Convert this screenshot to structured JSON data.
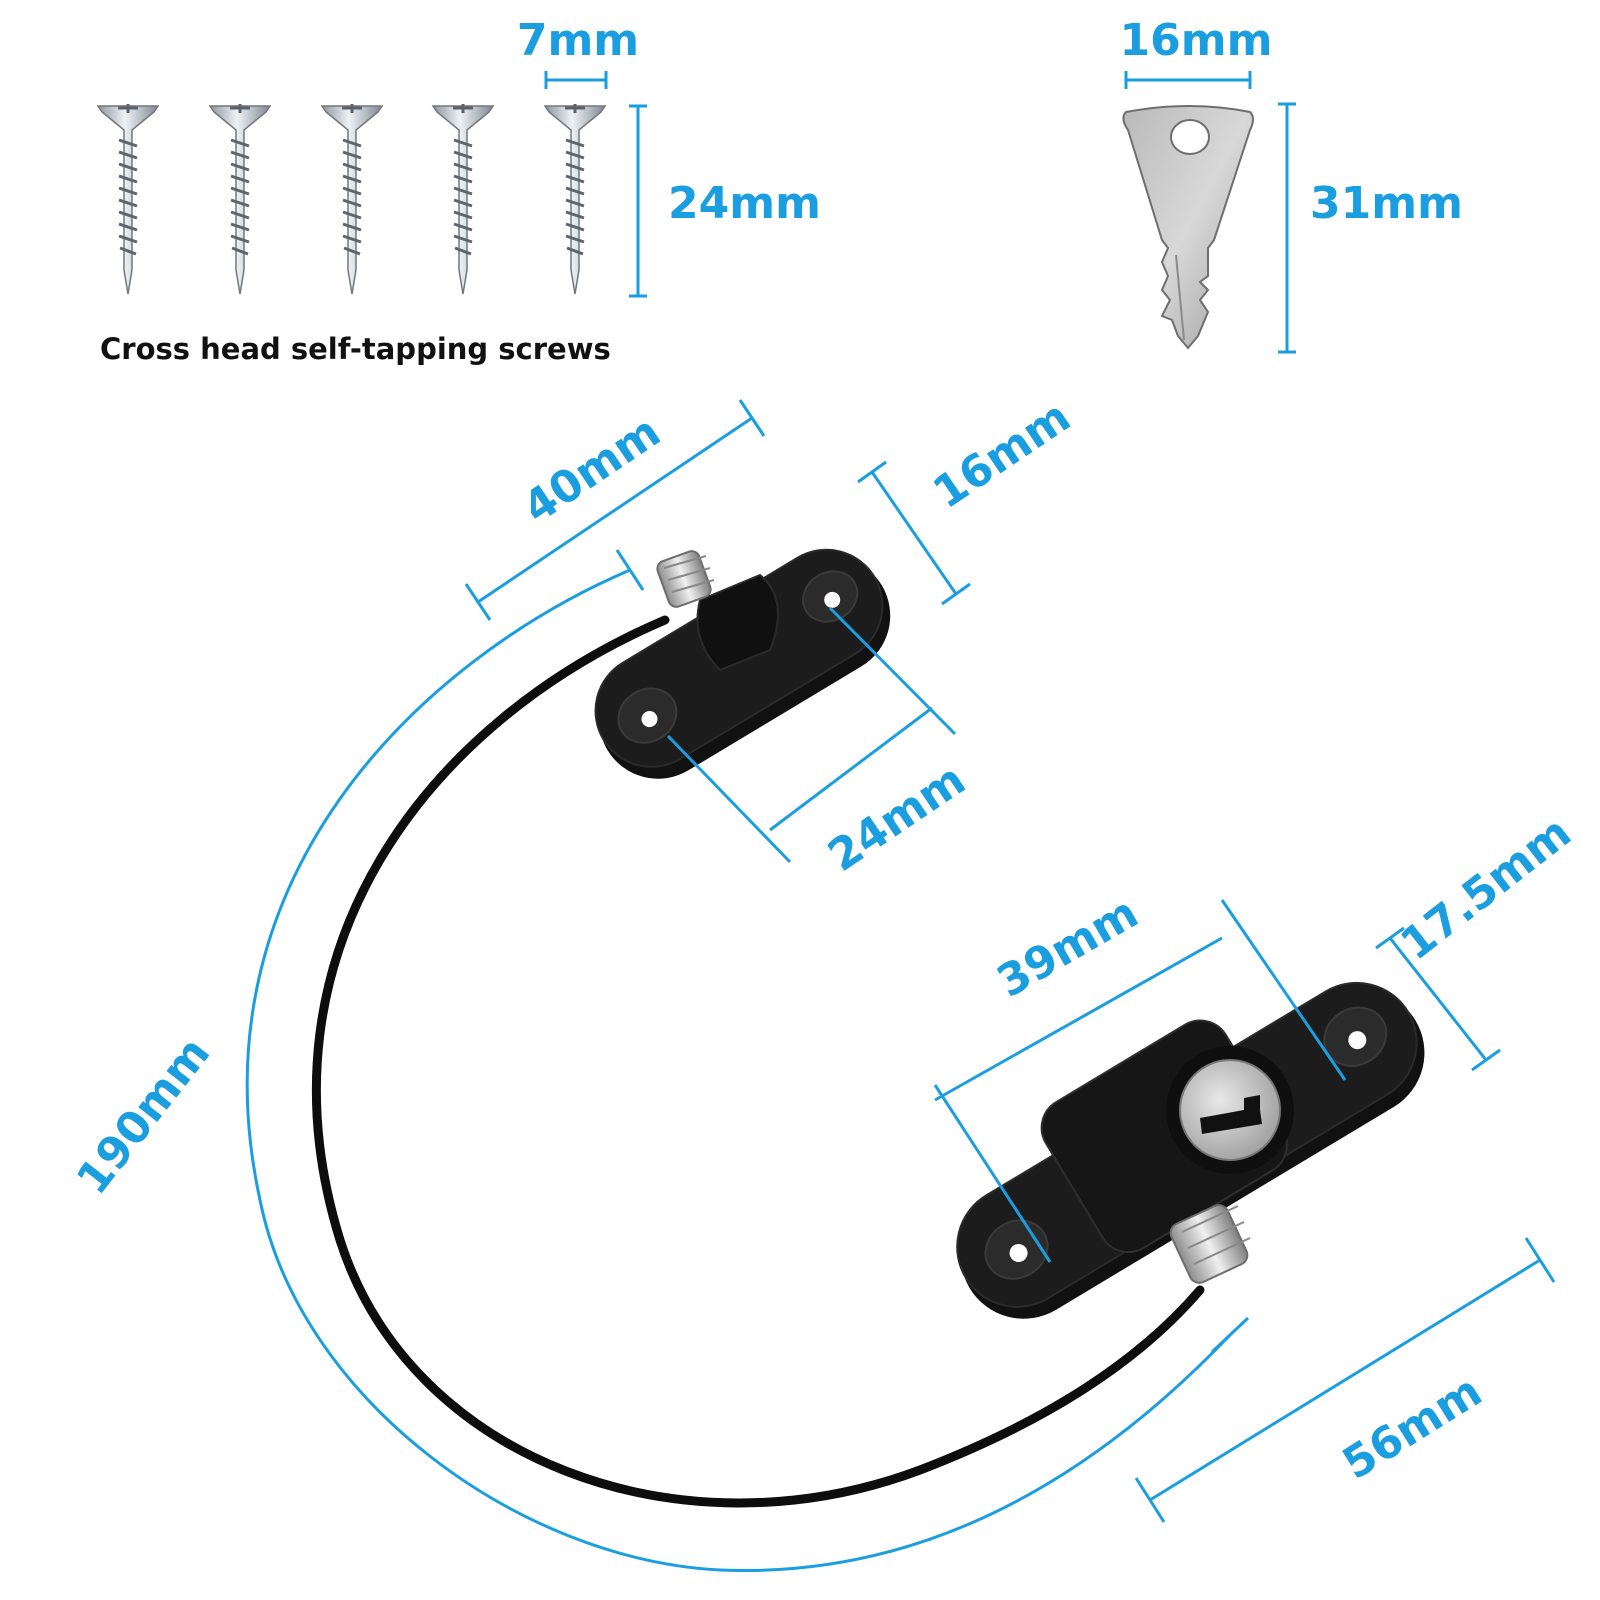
{
  "colors": {
    "dimension": "#1a9ee0",
    "bracket": "#141414",
    "cable": "#0d0d0d",
    "metal": "#c9c9c9",
    "screw": "#d6dbe0"
  },
  "screws": {
    "caption": "Cross head self-tapping screws",
    "head_width": "7mm",
    "length": "24mm"
  },
  "key": {
    "width": "16mm",
    "height": "31mm"
  },
  "upper_bracket": {
    "length": "40mm",
    "width": "16mm",
    "hole_spacing": "24mm"
  },
  "lower_bracket": {
    "hole_spacing": "39mm",
    "width": "17.5mm",
    "length": "56mm"
  },
  "cable": {
    "length": "190mm"
  }
}
